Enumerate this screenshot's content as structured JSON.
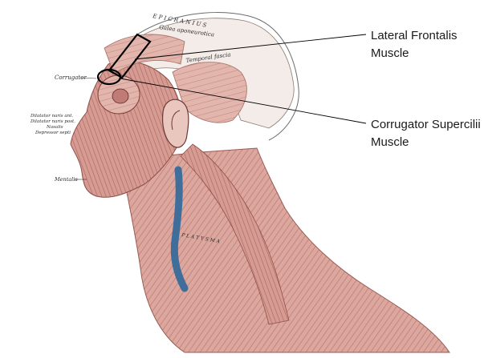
{
  "annotations": {
    "lateral_frontalis": {
      "line1": "Lateral Frontalis",
      "line2": "Muscle"
    },
    "corrugator_supercilii": {
      "line1": "Corrugator Supercilii",
      "line2": "Muscle"
    }
  },
  "plate_labels": {
    "epicranius": "E P I C R A N I U S",
    "galea": "Galea aponeurotica",
    "temporal_fascia": "Temporal fascia",
    "corrugator": "Corrugator",
    "dilatator_ant": "Dilatator naris ant.",
    "dilatator_post": "Dilatator naris post.",
    "nasalis": "Nasalis",
    "depressor": "Depressor septi",
    "mentalis": "Mentalis",
    "platysma": "P L A T Y S M A"
  },
  "colors": {
    "muscle": "#d9a39a",
    "muscle_dark": "#b86e66",
    "vein": "#3f6e9a",
    "outline": "#1a1a1a"
  }
}
